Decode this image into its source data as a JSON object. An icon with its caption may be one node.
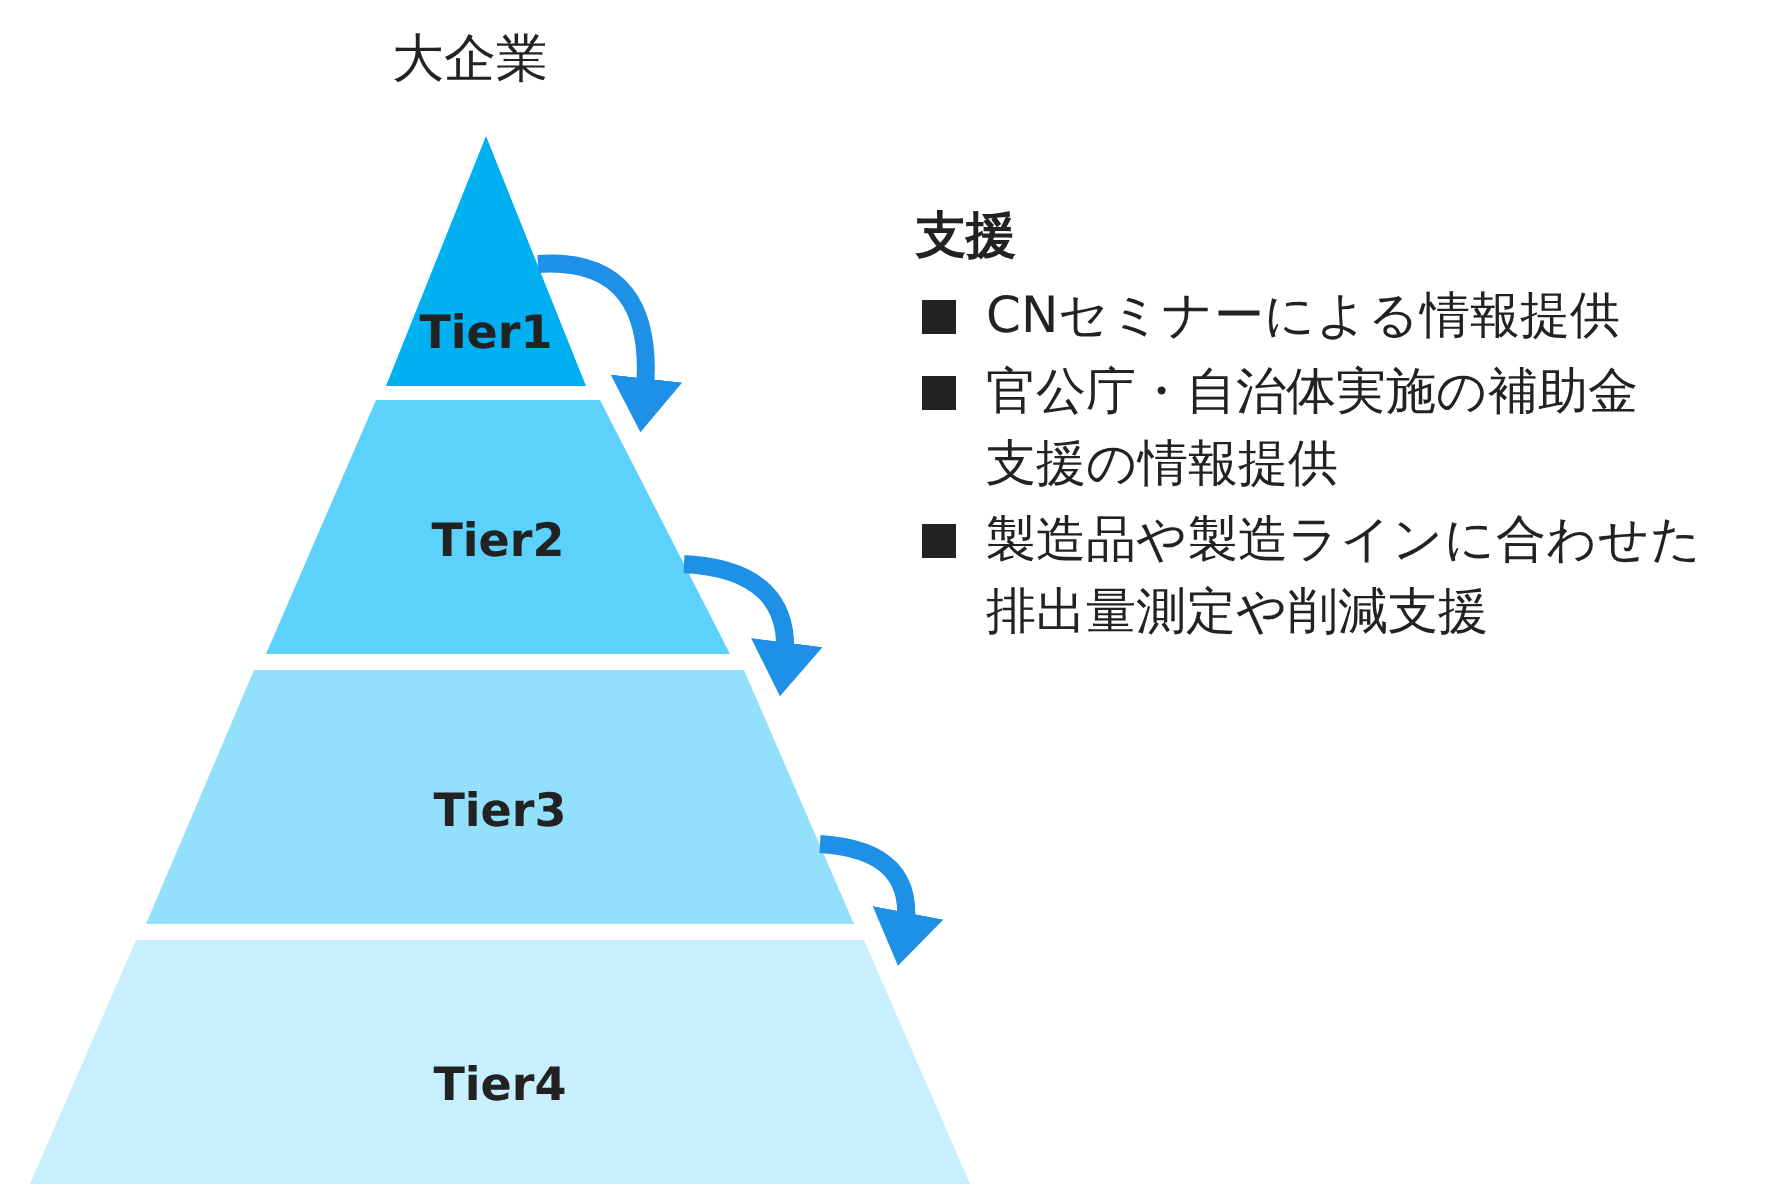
{
  "diagram": {
    "title": "大企業",
    "nodes": [
      {
        "text": [
          "Tier1"
        ]
      },
      {
        "text": [
          "Tier2"
        ]
      },
      {
        "text": [
          "Tier3"
        ]
      },
      {
        "text": [
          "Tier4"
        ]
      }
    ],
    "edges": [
      {
        "from": 0,
        "to": 1,
        "arrow": "to"
      },
      {
        "from": 1,
        "to": 2,
        "arrow": "to"
      },
      {
        "from": 2,
        "to": 3,
        "arrow": "to"
      }
    ],
    "labels": [
      "支援",
      "CNセミナーによる情報提供",
      "官公庁・自治体実施の補助金支援の情報提供",
      "製造品や製造ラインに合わせた排出量測定や削減支援"
    ]
  }
}
